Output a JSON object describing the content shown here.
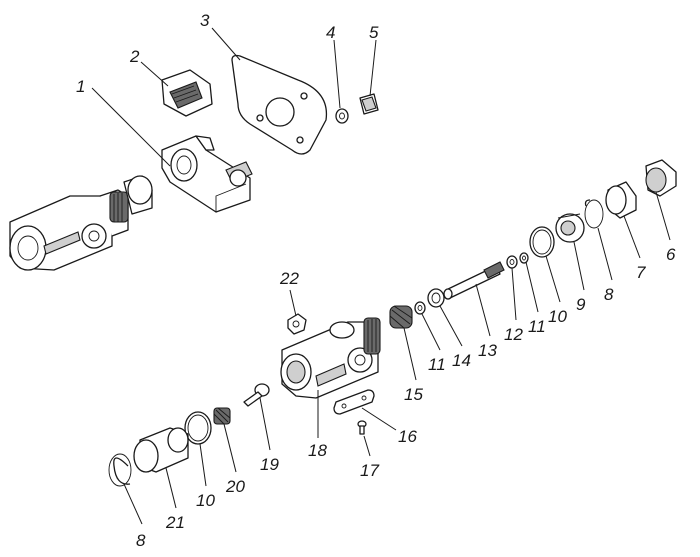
{
  "callouts": [
    {
      "id": "c1",
      "text": "1"
    },
    {
      "id": "c2",
      "text": "2"
    },
    {
      "id": "c3",
      "text": "3"
    },
    {
      "id": "c4",
      "text": "4"
    },
    {
      "id": "c5",
      "text": "5"
    },
    {
      "id": "c6",
      "text": "6"
    },
    {
      "id": "c7",
      "text": "7"
    },
    {
      "id": "c8a",
      "text": "8"
    },
    {
      "id": "c9",
      "text": "9"
    },
    {
      "id": "c10a",
      "text": "10"
    },
    {
      "id": "c11a",
      "text": "11"
    },
    {
      "id": "c12",
      "text": "12"
    },
    {
      "id": "c13",
      "text": "13"
    },
    {
      "id": "c14",
      "text": "14"
    },
    {
      "id": "c11b",
      "text": "11"
    },
    {
      "id": "c15",
      "text": "15"
    },
    {
      "id": "c16",
      "text": "16"
    },
    {
      "id": "c17",
      "text": "17"
    },
    {
      "id": "c18",
      "text": "18"
    },
    {
      "id": "c19",
      "text": "19"
    },
    {
      "id": "c20",
      "text": "20"
    },
    {
      "id": "c10b",
      "text": "10"
    },
    {
      "id": "c21",
      "text": "21"
    },
    {
      "id": "c8b",
      "text": "8"
    },
    {
      "id": "c22",
      "text": "22"
    }
  ]
}
